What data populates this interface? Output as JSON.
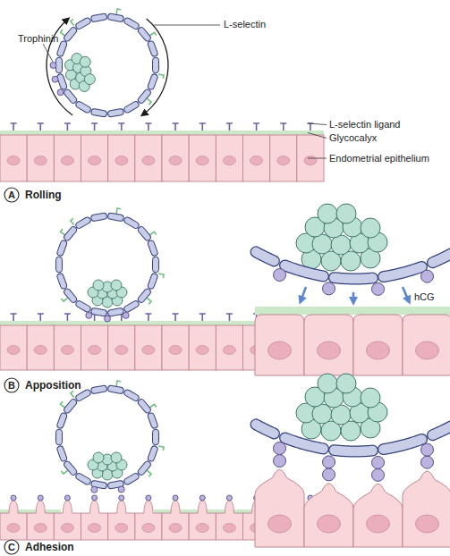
{
  "diagram": {
    "nodes": [
      {
        "text": [
          "A",
          "Rolling"
        ]
      },
      {
        "text": [
          "B",
          "Apposition"
        ]
      },
      {
        "text": [
          "C",
          "Adhesion"
        ]
      }
    ],
    "labels": [
      "Trophinin",
      "L-selectin",
      "L-selectin ligand",
      "Glycocalyx",
      "Endometrial epithelium",
      "hCG"
    ]
  }
}
